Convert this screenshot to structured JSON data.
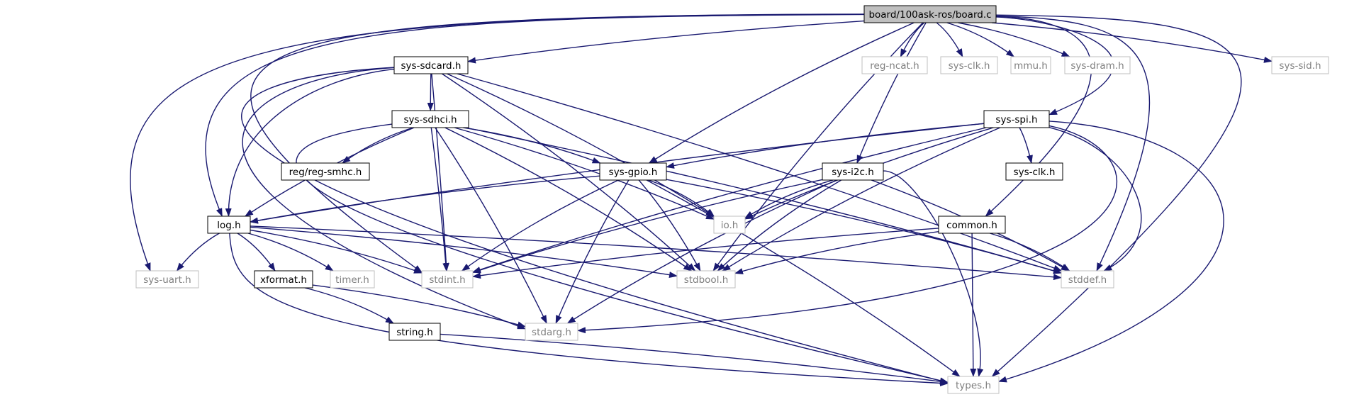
{
  "colors": {
    "edge": "#191970",
    "root_fill": "#bfbfbf",
    "documented_border": "#000000",
    "external_border": "#bfbfbf",
    "documented_text": "#000000",
    "external_text": "#7f7f7f"
  },
  "nodes": {
    "board_c": {
      "label": "board/100ask-ros/board.c",
      "kind": "root"
    },
    "sys_sdcard_h": {
      "label": "sys-sdcard.h",
      "kind": "documented"
    },
    "sys_sdhci_h": {
      "label": "sys-sdhci.h",
      "kind": "documented"
    },
    "reg_smhc_h": {
      "label": "reg/reg-smhc.h",
      "kind": "documented"
    },
    "sys_gpio_h": {
      "label": "sys-gpio.h",
      "kind": "documented"
    },
    "log_h": {
      "label": "log.h",
      "kind": "documented"
    },
    "xformat_h": {
      "label": "xformat.h",
      "kind": "documented"
    },
    "string_h": {
      "label": "string.h",
      "kind": "documented"
    },
    "sys_spi_h": {
      "label": "sys-spi.h",
      "kind": "documented"
    },
    "sys_clk_h_doc": {
      "label": "sys-clk.h",
      "kind": "documented"
    },
    "sys_i2c_h": {
      "label": "sys-i2c.h",
      "kind": "documented"
    },
    "common_h": {
      "label": "common.h",
      "kind": "documented"
    },
    "reg_ncat_h": {
      "label": "reg-ncat.h",
      "kind": "external"
    },
    "sys_clk_h_ext": {
      "label": "sys-clk.h",
      "kind": "external"
    },
    "mmu_h": {
      "label": "mmu.h",
      "kind": "external"
    },
    "sys_dram_h": {
      "label": "sys-dram.h",
      "kind": "external"
    },
    "sys_sid_h": {
      "label": "sys-sid.h",
      "kind": "external"
    },
    "io_h": {
      "label": "io.h",
      "kind": "external"
    },
    "sys_uart_h": {
      "label": "sys-uart.h",
      "kind": "external"
    },
    "timer_h": {
      "label": "timer.h",
      "kind": "external"
    },
    "stdint_h": {
      "label": "stdint.h",
      "kind": "external"
    },
    "stdbool_h": {
      "label": "stdbool.h",
      "kind": "external"
    },
    "stddef_h": {
      "label": "stddef.h",
      "kind": "external"
    },
    "stdarg_h": {
      "label": "stdarg.h",
      "kind": "external"
    },
    "types_h": {
      "label": "types.h",
      "kind": "external"
    }
  },
  "edges": [
    [
      "board_c",
      "sys_sdcard_h"
    ],
    [
      "board_c",
      "log_h"
    ],
    [
      "board_c",
      "sys_gpio_h"
    ],
    [
      "board_c",
      "stdbool_h"
    ],
    [
      "board_c",
      "sys_i2c_h"
    ],
    [
      "board_c",
      "reg_ncat_h"
    ],
    [
      "board_c",
      "sys_clk_h_ext"
    ],
    [
      "board_c",
      "mmu_h"
    ],
    [
      "board_c",
      "sys_dram_h"
    ],
    [
      "board_c",
      "sys_spi_h"
    ],
    [
      "board_c",
      "common_h"
    ],
    [
      "board_c",
      "stddef_h"
    ],
    [
      "board_c",
      "sys_sid_h"
    ],
    [
      "board_c",
      "types_h"
    ],
    [
      "board_c",
      "sys_uart_h"
    ],
    [
      "board_c",
      "stdint_h"
    ],
    [
      "sys_sdcard_h",
      "sys_sdhci_h"
    ],
    [
      "sys_sdcard_h",
      "log_h"
    ],
    [
      "sys_sdcard_h",
      "io_h"
    ],
    [
      "sys_sdcard_h",
      "stdint_h"
    ],
    [
      "sys_sdcard_h",
      "stdbool_h"
    ],
    [
      "sys_sdcard_h",
      "stddef_h"
    ],
    [
      "sys_sdcard_h",
      "stdarg_h"
    ],
    [
      "sys_sdcard_h",
      "types_h"
    ],
    [
      "sys_sdhci_h",
      "reg_smhc_h"
    ],
    [
      "sys_sdhci_h",
      "sys_gpio_h"
    ],
    [
      "sys_sdhci_h",
      "log_h"
    ],
    [
      "sys_sdhci_h",
      "io_h"
    ],
    [
      "sys_sdhci_h",
      "stdint_h"
    ],
    [
      "sys_sdhci_h",
      "stdbool_h"
    ],
    [
      "sys_sdhci_h",
      "stdarg_h"
    ],
    [
      "sys_sdhci_h",
      "stddef_h"
    ],
    [
      "sys_sdhci_h",
      "types_h"
    ],
    [
      "sys_gpio_h",
      "log_h"
    ],
    [
      "sys_gpio_h",
      "io_h"
    ],
    [
      "sys_gpio_h",
      "stdint_h"
    ],
    [
      "sys_gpio_h",
      "stdbool_h"
    ],
    [
      "sys_gpio_h",
      "stdarg_h"
    ],
    [
      "sys_gpio_h",
      "stddef_h"
    ],
    [
      "sys_gpio_h",
      "types_h"
    ],
    [
      "log_h",
      "sys_uart_h"
    ],
    [
      "log_h",
      "xformat_h"
    ],
    [
      "log_h",
      "timer_h"
    ],
    [
      "log_h",
      "stdint_h"
    ],
    [
      "log_h",
      "stdbool_h"
    ],
    [
      "log_h",
      "stddef_h"
    ],
    [
      "log_h",
      "types_h"
    ],
    [
      "xformat_h",
      "string_h"
    ],
    [
      "xformat_h",
      "stdarg_h"
    ],
    [
      "string_h",
      "types_h"
    ],
    [
      "sys_spi_h",
      "sys_gpio_h"
    ],
    [
      "sys_spi_h",
      "log_h"
    ],
    [
      "sys_spi_h",
      "io_h"
    ],
    [
      "sys_spi_h",
      "sys_clk_h_doc"
    ],
    [
      "sys_spi_h",
      "stdint_h"
    ],
    [
      "sys_spi_h",
      "stdbool_h"
    ],
    [
      "sys_spi_h",
      "stddef_h"
    ],
    [
      "sys_spi_h",
      "stdarg_h"
    ],
    [
      "sys_spi_h",
      "types_h"
    ],
    [
      "sys_i2c_h",
      "io_h"
    ],
    [
      "sys_i2c_h",
      "stdint_h"
    ],
    [
      "sys_i2c_h",
      "stdbool_h"
    ],
    [
      "sys_i2c_h",
      "stddef_h"
    ],
    [
      "sys_i2c_h",
      "stdarg_h"
    ],
    [
      "sys_i2c_h",
      "types_h"
    ],
    [
      "common_h",
      "stdint_h"
    ],
    [
      "common_h",
      "stdbool_h"
    ],
    [
      "common_h",
      "stddef_h"
    ],
    [
      "common_h",
      "types_h"
    ]
  ]
}
